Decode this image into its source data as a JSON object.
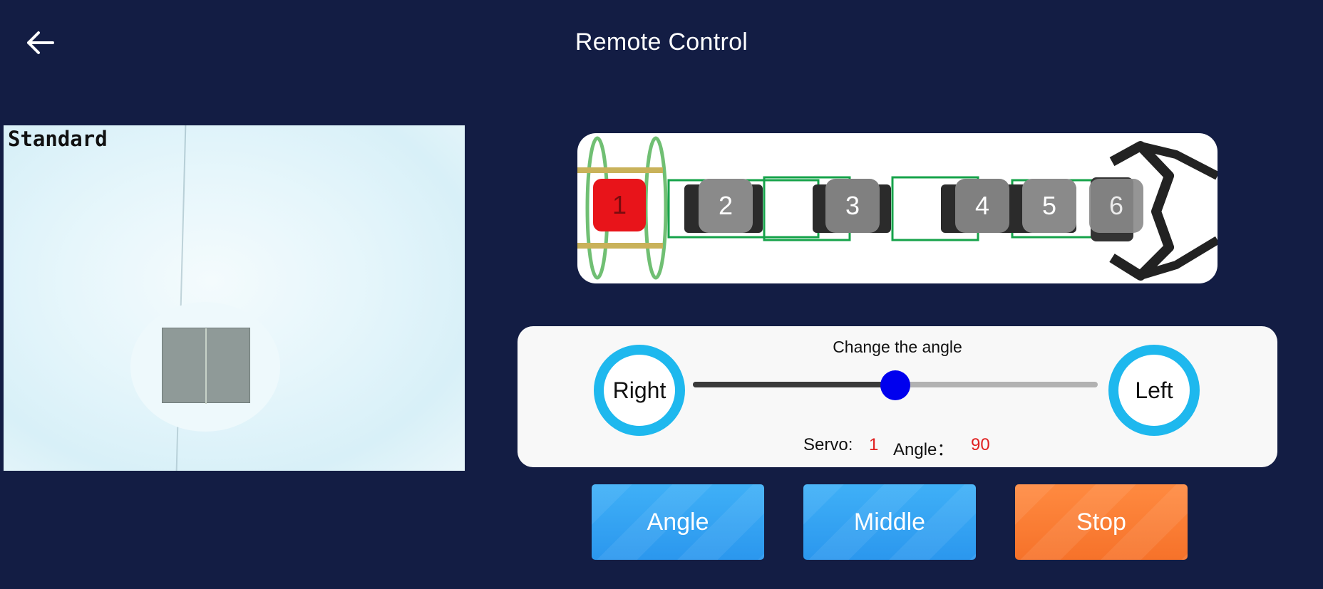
{
  "header": {
    "title": "Remote Control",
    "back_icon": "arrow-left-icon"
  },
  "camera": {
    "overlay_label": "Standard"
  },
  "arm": {
    "servos": [
      "1",
      "2",
      "3",
      "4",
      "5",
      "6"
    ],
    "selected_servo": "1",
    "selected_color": "#e8141a"
  },
  "control": {
    "title": "Change the angle",
    "right_label": "Right",
    "left_label": "Left",
    "slider_fraction": 0.5,
    "servo_label": "Servo:",
    "servo_value": "1",
    "angle_label": "Angle：",
    "angle_value": "90"
  },
  "buttons": {
    "angle": "Angle",
    "middle": "Middle",
    "stop": "Stop"
  },
  "colors": {
    "background": "#131d44",
    "accent_ring": "#1eb8ee",
    "button_blue": "#2f9ff0",
    "button_orange": "#f87a30",
    "value_red": "#e02020",
    "slider_thumb": "#0000ee"
  }
}
